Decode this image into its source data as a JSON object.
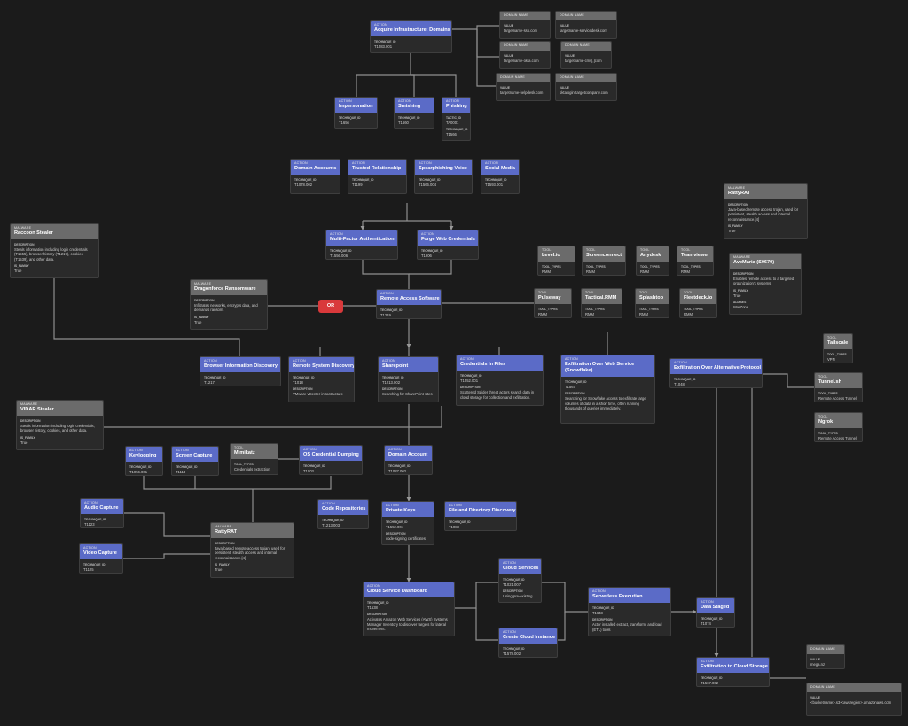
{
  "or_label": "OR",
  "nodes": [
    {
      "id": "acq",
      "kind": "ACTION",
      "title": "Acquire Infrastructure: Domains",
      "fields": [
        [
          "TECHNIQUE_ID",
          "T1583.001"
        ]
      ]
    },
    {
      "id": "d1",
      "kind": "DOMAIN NAME",
      "fields": [
        [
          "VALUE",
          "targetname-sso.com"
        ]
      ]
    },
    {
      "id": "d2",
      "kind": "DOMAIN NAME",
      "fields": [
        [
          "VALUE",
          "targetname-servicedesk.com"
        ]
      ]
    },
    {
      "id": "d3",
      "kind": "DOMAIN NAME",
      "fields": [
        [
          "VALUE",
          "targetname-okta.com"
        ]
      ]
    },
    {
      "id": "d4",
      "kind": "DOMAIN NAME",
      "fields": [
        [
          "VALUE",
          "targetname-cms[.]com"
        ]
      ]
    },
    {
      "id": "d5",
      "kind": "DOMAIN NAME",
      "fields": [
        [
          "VALUE",
          "targetname-helpdesk.com"
        ]
      ]
    },
    {
      "id": "d6",
      "kind": "DOMAIN NAME",
      "fields": [
        [
          "VALUE",
          "oktalogin-targetcompany.com"
        ]
      ]
    },
    {
      "id": "imp",
      "kind": "ACTION",
      "title": "Impersonation",
      "fields": [
        [
          "TECHNIQUE_ID",
          "T1656"
        ]
      ]
    },
    {
      "id": "smi",
      "kind": "ACTION",
      "title": "Smishing",
      "fields": [
        [
          "TECHNIQUE_ID",
          "T1660"
        ]
      ]
    },
    {
      "id": "phi",
      "kind": "ACTION",
      "title": "Phishing",
      "fields": [
        [
          "TACTIC_ID",
          "TA0001"
        ],
        [
          "TECHNIQUE_ID",
          "T1566"
        ]
      ]
    },
    {
      "id": "dom",
      "kind": "ACTION",
      "title": "Domain Accounts",
      "fields": [
        [
          "TECHNIQUE_ID",
          "T1078.002"
        ]
      ]
    },
    {
      "id": "tru",
      "kind": "ACTION",
      "title": "Trusted Relationship",
      "fields": [
        [
          "TECHNIQUE_ID",
          "T1199"
        ]
      ]
    },
    {
      "id": "spv",
      "kind": "ACTION",
      "title": "Spearphishing Voice",
      "fields": [
        [
          "TECHNIQUE_ID",
          "T1566.004"
        ]
      ]
    },
    {
      "id": "soc",
      "kind": "ACTION",
      "title": "Social Media",
      "fields": [
        [
          "TECHNIQUE_ID",
          "T1593.001"
        ]
      ]
    },
    {
      "id": "rat1",
      "kind": "MALWARE",
      "title": "RattyRAT",
      "fields": [
        [
          "DESCRIPTION",
          "Java-based remote access trojan, used for persistent, stealth access and internal reconnaissance.[4]"
        ],
        [
          "IS_FAMILY",
          "True"
        ]
      ]
    },
    {
      "id": "rac",
      "kind": "MALWARE",
      "title": "Raccoon Stealer",
      "fields": [
        [
          "DESCRIPTION",
          "Steals information including login credentials (T1555), browser history (T1217), cookies (T1539), and other data."
        ],
        [
          "IS_FAMILY",
          "True"
        ]
      ]
    },
    {
      "id": "mfa",
      "kind": "ACTION",
      "title": "Multi-Factor Authentication",
      "fields": [
        [
          "TECHNIQUE_ID",
          "T1556.006"
        ]
      ]
    },
    {
      "id": "fwc",
      "kind": "ACTION",
      "title": "Forge Web Credentials",
      "fields": [
        [
          "TECHNIQUE_ID",
          "T1606"
        ]
      ]
    },
    {
      "id": "t_lvl",
      "kind": "TOOL",
      "title": "Level.io",
      "fields": [
        [
          "TOOL_TYPES",
          "RMM"
        ]
      ]
    },
    {
      "id": "t_scr",
      "kind": "TOOL",
      "title": "Screenconnect",
      "fields": [
        [
          "TOOL_TYPES",
          "RMM"
        ]
      ]
    },
    {
      "id": "t_any",
      "kind": "TOOL",
      "title": "Anydesk",
      "fields": [
        [
          "TOOL_TYPES",
          "RMM"
        ]
      ]
    },
    {
      "id": "t_tv",
      "kind": "TOOL",
      "title": "Teamviewer",
      "fields": [
        [
          "TOOL_TYPES",
          "RMM"
        ]
      ]
    },
    {
      "id": "ave",
      "kind": "MALWARE",
      "title": "AveMaria (S0670)",
      "fields": [
        [
          "DESCRIPTION",
          "Enables remote access to a targeted organization's systems."
        ],
        [
          "IS_FAMILY",
          "True"
        ],
        [
          "ALIASES",
          "WarZone"
        ]
      ]
    },
    {
      "id": "dra",
      "kind": "MALWARE",
      "title": "Dragonforce Ransomware",
      "fields": [
        [
          "DESCRIPTION",
          "Infiltrates networks, encrypts data, and demands ransom."
        ],
        [
          "IS_FAMILY",
          "True"
        ]
      ]
    },
    {
      "id": "ras",
      "kind": "ACTION",
      "title": "Remote Access Software",
      "fields": [
        [
          "TECHNIQUE_ID",
          "T1219"
        ]
      ]
    },
    {
      "id": "t_pul",
      "kind": "TOOL",
      "title": "Pulseway",
      "fields": [
        [
          "TOOL_TYPES",
          "RMM"
        ]
      ]
    },
    {
      "id": "t_tac",
      "kind": "TOOL",
      "title": "Tactical.RMM",
      "fields": [
        [
          "TOOL_TYPES",
          "RMM"
        ]
      ]
    },
    {
      "id": "t_spl",
      "kind": "TOOL",
      "title": "Splashtop",
      "fields": [
        [
          "TOOL_TYPES",
          "RMM"
        ]
      ]
    },
    {
      "id": "t_fle",
      "kind": "TOOL",
      "title": "Fleetdeck.io",
      "fields": [
        [
          "TOOL_TYPES",
          "RMM"
        ]
      ]
    },
    {
      "id": "bid",
      "kind": "ACTION",
      "title": "Browser Information Discovery",
      "fields": [
        [
          "TECHNIQUE_ID",
          "T1217"
        ]
      ]
    },
    {
      "id": "rsd",
      "kind": "ACTION",
      "title": "Remote System Discovery",
      "fields": [
        [
          "TECHNIQUE_ID",
          "T1018"
        ],
        [
          "DESCRIPTION",
          "VMware vCenter infrastructure"
        ]
      ]
    },
    {
      "id": "shp",
      "kind": "ACTION",
      "title": "Sharepoint",
      "fields": [
        [
          "TECHNIQUE_ID",
          "T1213.002"
        ],
        [
          "DESCRIPTION",
          "Searching for SharePoint sites"
        ]
      ]
    },
    {
      "id": "cif",
      "kind": "ACTION",
      "title": "Credentials In Files",
      "fields": [
        [
          "TECHNIQUE_ID",
          "T1552.001"
        ],
        [
          "DESCRIPTION",
          "Scattered Spider threat actors search data in cloud storage for collection and exfiltration."
        ]
      ]
    },
    {
      "id": "ews",
      "kind": "ACTION",
      "title": "Exfiltration Over Web Service (Snowflake)",
      "fields": [
        [
          "TECHNIQUE_ID",
          "T1567"
        ],
        [
          "DESCRIPTION",
          "Searching for Snowflake access to exfiltrate large volumes of data in a short time, often running thousands of queries immediately."
        ]
      ]
    },
    {
      "id": "eap",
      "kind": "ACTION",
      "title": "Exfiltration Over Alternative Protocol",
      "fields": [
        [
          "TECHNIQUE_ID",
          "T1048"
        ]
      ]
    },
    {
      "id": "t_tail",
      "kind": "TOOL",
      "title": "Tailscale",
      "fields": [
        [
          "TOOL_TYPES",
          "VPN"
        ]
      ]
    },
    {
      "id": "t_tun",
      "kind": "TOOL",
      "title": "Tunnel.sh",
      "fields": [
        [
          "TOOL_TYPES",
          "Remote Access Tunnel"
        ]
      ]
    },
    {
      "id": "t_ngr",
      "kind": "TOOL",
      "title": "Ngrok",
      "fields": [
        [
          "TOOL_TYPES",
          "Remote Access Tunnel"
        ]
      ]
    },
    {
      "id": "vid",
      "kind": "MALWARE",
      "title": "VIDAR Stealer",
      "fields": [
        [
          "DESCRIPTION",
          "Steals information including login credentials, browser history, cookies, and other data."
        ],
        [
          "IS_FAMILY",
          "True"
        ]
      ]
    },
    {
      "id": "key",
      "kind": "ACTION",
      "title": "Keylogging",
      "fields": [
        [
          "TECHNIQUE_ID",
          "T1056.001"
        ]
      ]
    },
    {
      "id": "scap",
      "kind": "ACTION",
      "title": "Screen Capture",
      "fields": [
        [
          "TECHNIQUE_ID",
          "T1113"
        ]
      ]
    },
    {
      "id": "mim",
      "kind": "TOOL",
      "title": "Mimikatz",
      "fields": [
        [
          "TOOL_TYPES",
          "Credentials extraction"
        ]
      ]
    },
    {
      "id": "osd",
      "kind": "ACTION",
      "title": "OS Credential Dumping",
      "fields": [
        [
          "TECHNIQUE_ID",
          "T1003"
        ]
      ]
    },
    {
      "id": "dac",
      "kind": "ACTION",
      "title": "Domain Account",
      "fields": [
        [
          "TECHNIQUE_ID",
          "T1087.002"
        ]
      ]
    },
    {
      "id": "aud",
      "kind": "ACTION",
      "title": "Audio Capture",
      "fields": [
        [
          "TECHNIQUE_ID",
          "T1123"
        ]
      ]
    },
    {
      "id": "cre",
      "kind": "ACTION",
      "title": "Code Repositories",
      "fields": [
        [
          "TECHNIQUE_ID",
          "T1213.003"
        ]
      ]
    },
    {
      "id": "pky",
      "kind": "ACTION",
      "title": "Private Keys",
      "fields": [
        [
          "TECHNIQUE_ID",
          "T1552.004"
        ],
        [
          "DESCRIPTION",
          "code-signing certificates"
        ]
      ]
    },
    {
      "id": "fdd",
      "kind": "ACTION",
      "title": "File and Directory Discovery",
      "fields": [
        [
          "TECHNIQUE_ID",
          "T1083"
        ]
      ]
    },
    {
      "id": "rat2",
      "kind": "MALWARE",
      "title": "RattyRAT",
      "fields": [
        [
          "DESCRIPTION",
          "Java-based remote access trojan, used for persistent, stealth access and internal reconnaissance.[4]"
        ],
        [
          "IS_FAMILY",
          "True"
        ]
      ]
    },
    {
      "id": "vcap",
      "kind": "ACTION",
      "title": "Video Capture",
      "fields": [
        [
          "TECHNIQUE_ID",
          "T1125"
        ]
      ]
    },
    {
      "id": "csv",
      "kind": "ACTION",
      "title": "Cloud Services",
      "fields": [
        [
          "TECHNIQUE_ID",
          "T1021.007"
        ],
        [
          "DESCRIPTION",
          "Using pre-existing"
        ]
      ]
    },
    {
      "id": "csd",
      "kind": "ACTION",
      "title": "Cloud Service Dashboard",
      "fields": [
        [
          "TECHNIQUE_ID",
          "T1538"
        ],
        [
          "DESCRIPTION",
          "Activates Amazon Web Services (AWS) Systems Manager Inventory to discover targets for lateral movement."
        ]
      ]
    },
    {
      "id": "sex",
      "kind": "ACTION",
      "title": "Serverless Execution",
      "fields": [
        [
          "TECHNIQUE_ID",
          "T1648"
        ],
        [
          "DESCRIPTION",
          "Actor installed extract, transform, and load (ETL) tools"
        ]
      ]
    },
    {
      "id": "dst",
      "kind": "ACTION",
      "title": "Data Staged",
      "fields": [
        [
          "TECHNIQUE_ID",
          "T1074"
        ]
      ]
    },
    {
      "id": "cci",
      "kind": "ACTION",
      "title": "Create Cloud Instance",
      "fields": [
        [
          "TECHNIQUE_ID",
          "T1578.002"
        ]
      ]
    },
    {
      "id": "d7",
      "kind": "DOMAIN NAME",
      "fields": [
        [
          "VALUE",
          "mega.nz"
        ]
      ]
    },
    {
      "id": "ecs",
      "kind": "ACTION",
      "title": "Exfiltration to Cloud Storage",
      "fields": [
        [
          "TECHNIQUE_ID",
          "T1567.002"
        ]
      ]
    },
    {
      "id": "d8",
      "kind": "DOMAIN NAME",
      "fields": [
        [
          "VALUE",
          "<bucketname>.s3-<awsregion>.amazonaws.com"
        ]
      ]
    }
  ]
}
